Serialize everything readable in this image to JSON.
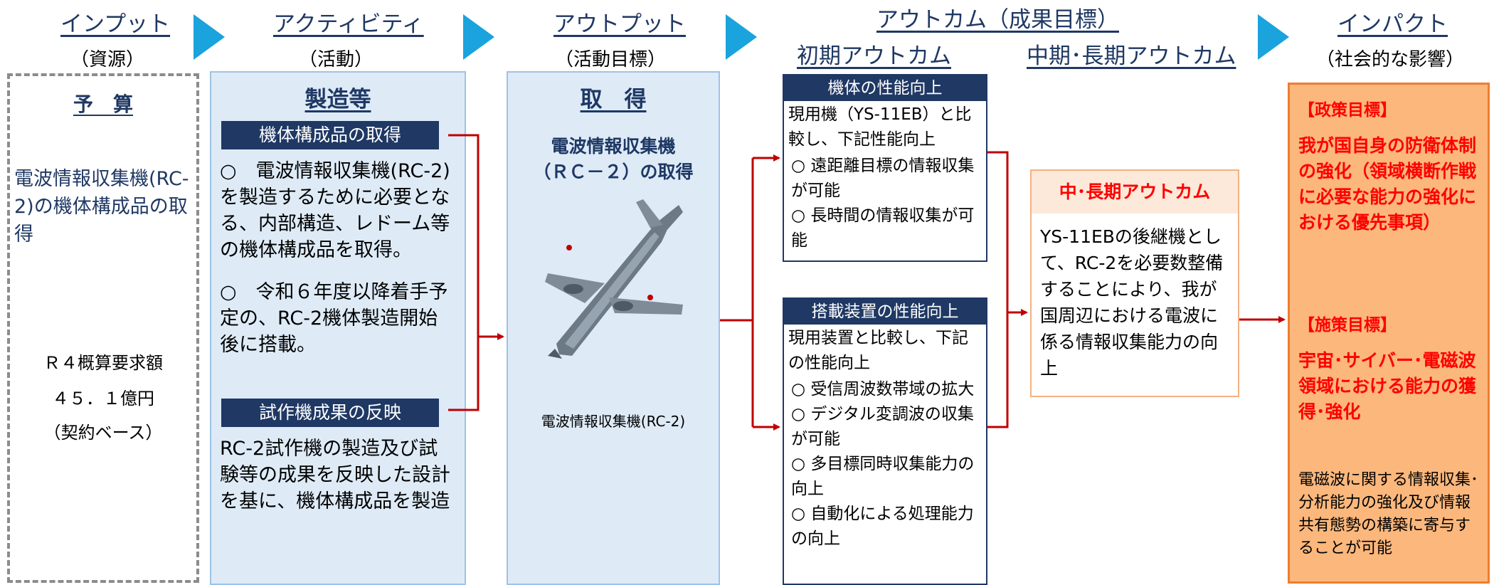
{
  "headers": {
    "input": {
      "title": "インプット",
      "sub": "（資源）"
    },
    "activity": {
      "title": "アクティビティ",
      "sub": "（活動）"
    },
    "output": {
      "title": "アウトプット",
      "sub": "（活動目標）"
    },
    "outcome": {
      "title": "アウトカム（成果目標）",
      "initial": "初期アウトカム",
      "mid_long": "中期･長期アウトカム"
    },
    "impact": {
      "title": "インパクト",
      "sub": "（社会的な影響）"
    }
  },
  "input": {
    "heading": "予　算",
    "desc": "電波情報収集機(RC-2)の機体構成品の取得",
    "budget_label": "Ｒ４概算要求額",
    "budget_value": "４５．１億円",
    "budget_basis": "（契約ベース）"
  },
  "activity": {
    "heading": "製造等",
    "block1_title": "機体構成品の取得",
    "block1_text1": "○　電波情報収集機(RC-2)を製造するために必要となる、内部構造、レドーム等の機体構成品を取得。",
    "block1_text2": "○　令和６年度以降着手予定の、RC-2機体製造開始後に搭載。",
    "block2_title": "試作機成果の反映",
    "block2_text": "RC-2試作機の製造及び試験等の成果を反映した設計を基に、機体構成品を製造"
  },
  "output": {
    "heading": "取　得",
    "title_line1": "電波情報収集機",
    "title_line2": "（ＲＣ－２）の取得",
    "image_caption": "電波情報収集機(RC-2)"
  },
  "outcome_initial": {
    "box1_title": "機体の性能向上",
    "box1_intro": "現用機（YS-11EB）と比較し、下記性能向上",
    "box1_items": [
      "○ 遠距離目標の情報収集が可能",
      "○ 長時間の情報収集が可能"
    ],
    "box2_title": "搭載装置の性能向上",
    "box2_intro": "現用装置と比較し、下記の性能向上",
    "box2_items": [
      "○ 受信周波数帯域の拡大",
      "○ デジタル変調波の収集が可能",
      "○ 多目標同時収集能力の向上",
      "○ 自動化による処理能力の向上"
    ]
  },
  "outcome_mid": {
    "heading": "中･長期アウトカム",
    "text": "YS-11EBの後継機として、RC-2を必要数整備することにより、我が国周辺における電波に係る情報収集能力の向上"
  },
  "impact": {
    "policy_label": "【政策目標】",
    "policy_text": "我が国自身の防衛体制の強化（領域横断作戦に必要な能力の強化における優先事項）",
    "measure_label": "【施策目標】",
    "measure_text": "宇宙･サイバー･電磁波領域における能力の獲得･強化",
    "note": "電磁波に関する情報収集･分析能力の強化及び情報共有態勢の構築に寄与することが可能"
  },
  "colors": {
    "navy": "#1f3864",
    "arrow_blue": "#1aa3dd",
    "red": "#c00000",
    "impact_fill": "#fbb77c",
    "impact_border": "#ed7d31",
    "impact_text": "#ff0000"
  }
}
